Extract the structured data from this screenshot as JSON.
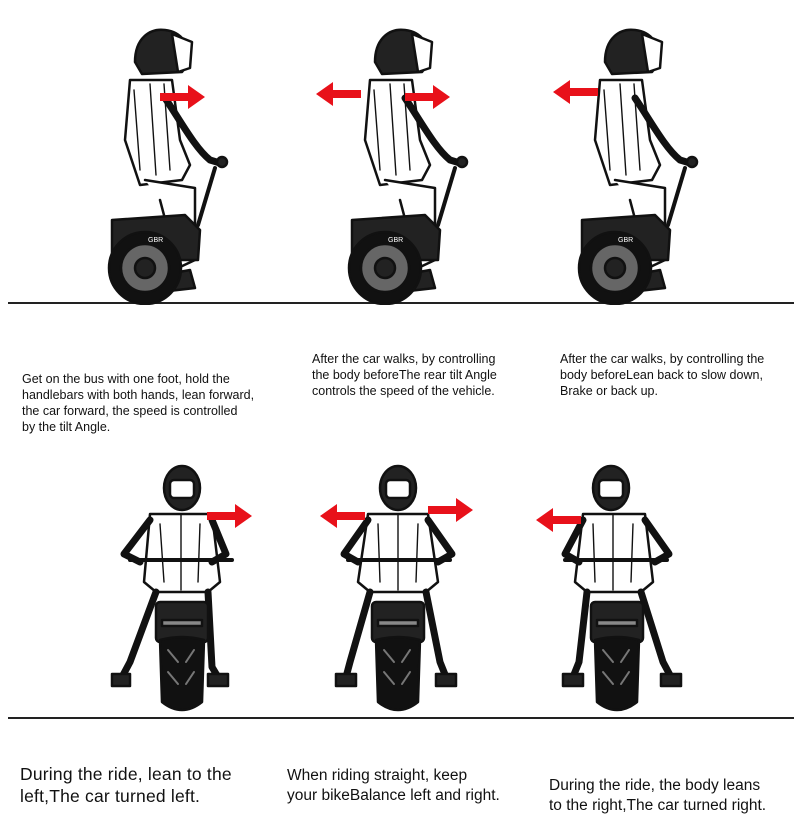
{
  "colors": {
    "arrow": "#e8111a",
    "ink": "#111111",
    "ground": "#222222",
    "background": "#ffffff"
  },
  "icons": {
    "arrow_right": "arrow-right-icon",
    "arrow_left": "arrow-left-icon"
  },
  "captions": {
    "step1": "Get on the bus with one foot, hold the\nhandlebars with both hands, lean forward,\n the car forward, the speed is controlled\nby the tilt Angle.",
    "step2": "After the car walks, by controlling\n the body beforeThe rear tilt Angle\ncontrols the speed of the vehicle.",
    "step3": "After the car walks, by controlling the\n body beforeLean back to slow down,\nBrake or back up.",
    "lean_left": "During the ride, lean to the\nleft,The car turned left.",
    "straight": "When riding straight, keep\n your bikeBalance left and right.",
    "lean_right": "During the ride, the body leans\nto the right,The car turned right."
  }
}
